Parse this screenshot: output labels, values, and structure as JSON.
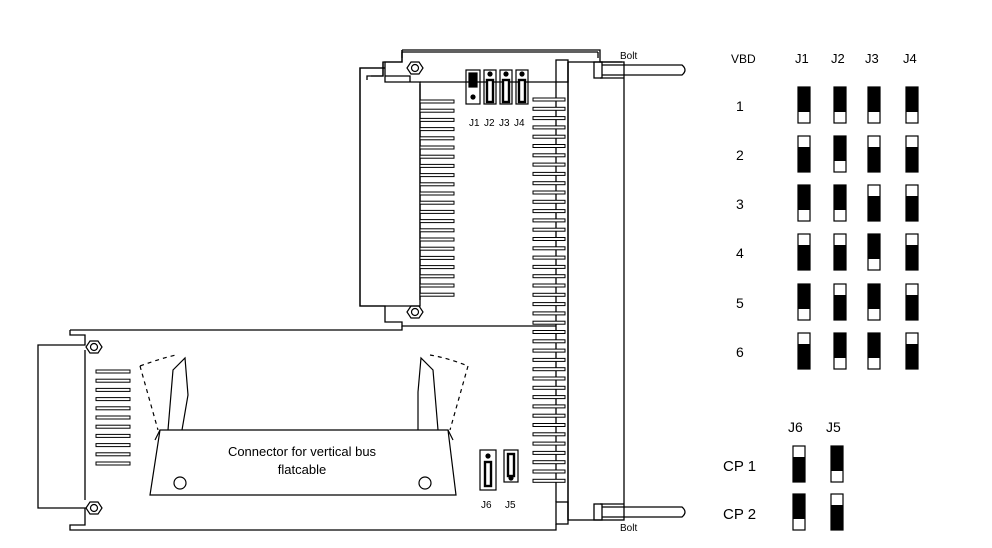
{
  "board": {
    "bolt_label_top": "Bolt",
    "bolt_label_bottom": "Bolt",
    "board_jumper_labels": [
      "J1",
      "J2",
      "J3",
      "J4"
    ],
    "lower_jumper_labels": [
      "J6",
      "J5"
    ],
    "connector_label_line1": "Connector for vertical bus",
    "connector_label_line2": "flatcable"
  },
  "vbd_table": {
    "header": "VBD",
    "columns": [
      "J1",
      "J2",
      "J3",
      "J4"
    ],
    "rows": [
      {
        "label": "1",
        "positions": [
          "top",
          "top",
          "top",
          "top"
        ]
      },
      {
        "label": "2",
        "positions": [
          "bottom",
          "top",
          "bottom",
          "bottom"
        ]
      },
      {
        "label": "3",
        "positions": [
          "top",
          "top",
          "bottom",
          "bottom"
        ]
      },
      {
        "label": "4",
        "positions": [
          "bottom",
          "bottom",
          "top",
          "bottom"
        ]
      },
      {
        "label": "5",
        "positions": [
          "top",
          "bottom",
          "top",
          "bottom"
        ]
      },
      {
        "label": "6",
        "positions": [
          "bottom",
          "top",
          "top",
          "bottom"
        ]
      }
    ]
  },
  "cp_table": {
    "columns": [
      "J6",
      "J5"
    ],
    "rows": [
      {
        "label": "CP 1",
        "positions": [
          "bottom",
          "top"
        ]
      },
      {
        "label": "CP 2",
        "positions": [
          "top",
          "bottom"
        ]
      }
    ]
  },
  "colors": {
    "ink": "#000000",
    "paper": "#ffffff"
  }
}
